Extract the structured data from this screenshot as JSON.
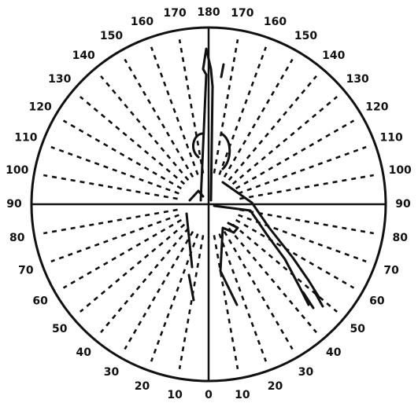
{
  "diagram": {
    "left_labels": [
      "10",
      "20",
      "30",
      "40",
      "50",
      "60",
      "70",
      "80",
      "90",
      "100",
      "110",
      "120",
      "130",
      "140",
      "150",
      "160",
      "170"
    ],
    "right_labels": [
      "10",
      "20",
      "30",
      "40",
      "50",
      "60",
      "70",
      "80",
      "90",
      "100",
      "110",
      "120",
      "130",
      "140",
      "150",
      "160",
      "170"
    ],
    "top_label": "180",
    "bottom_label": "0",
    "tick_step_degrees": 10,
    "line_color": "#111111",
    "background_color": "#ffffff"
  }
}
